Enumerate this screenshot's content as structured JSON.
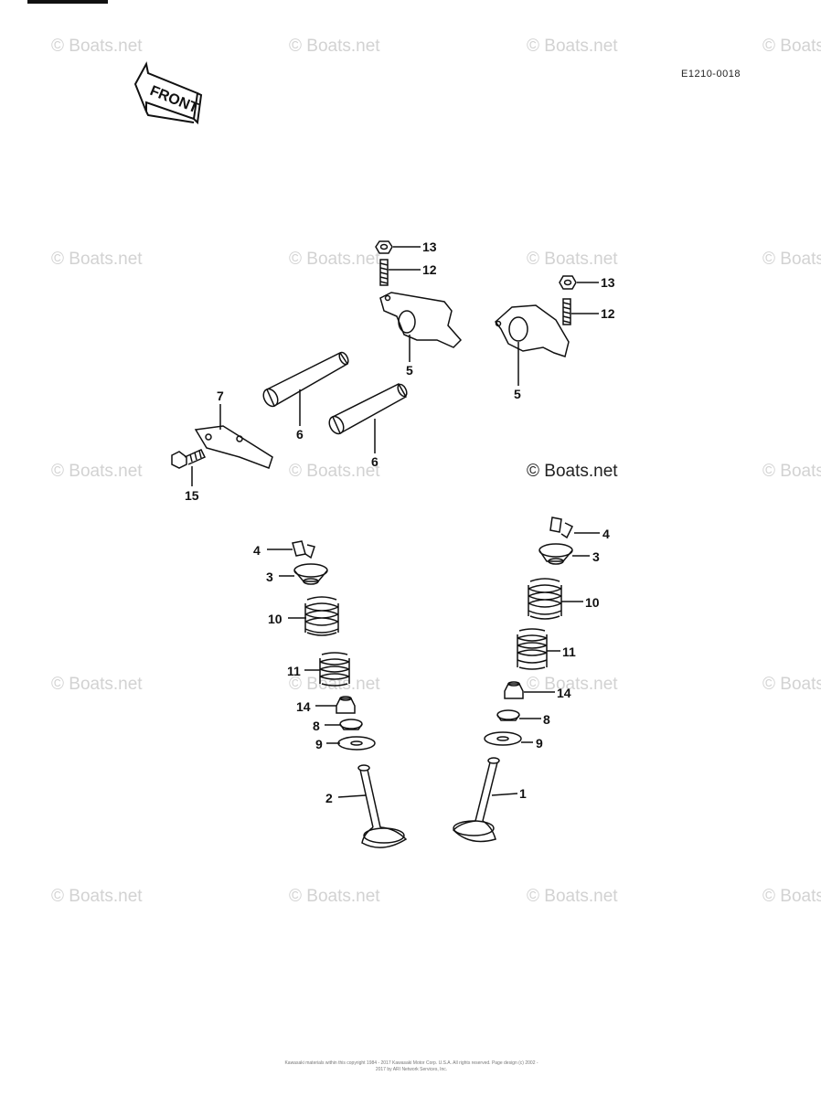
{
  "diagram_code": "E1210-0018",
  "front_label": "FRONT",
  "watermark_text": "© Boats.net",
  "center_watermark": "© Boats.net",
  "footer_copyright": "Kawasaki materials within this copyright 1984 - 2017 Kawasaki Motor Corp. U.S.A. All rights reserved. Page design (c) 2002 - 2017 by ARI Network Services, Inc.",
  "callouts": {
    "c13_top": "13",
    "c12_top": "12",
    "c13_right": "13",
    "c12_right": "12",
    "c5_left": "5",
    "c5_right": "5",
    "c7": "7",
    "c6_left": "6",
    "c6_right": "6",
    "c15": "15",
    "c4_left": "4",
    "c3_left": "3",
    "c10_left": "10",
    "c11_left": "11",
    "c14_left": "14",
    "c8_left": "8",
    "c9_left": "9",
    "c2": "2",
    "c4_right": "4",
    "c3_right": "3",
    "c10_right": "10",
    "c11_right": "11",
    "c14_right": "14",
    "c8_right": "8",
    "c9_right": "9",
    "c1": "1"
  },
  "colors": {
    "line": "#111111",
    "watermark": "#d2d2d2"
  }
}
